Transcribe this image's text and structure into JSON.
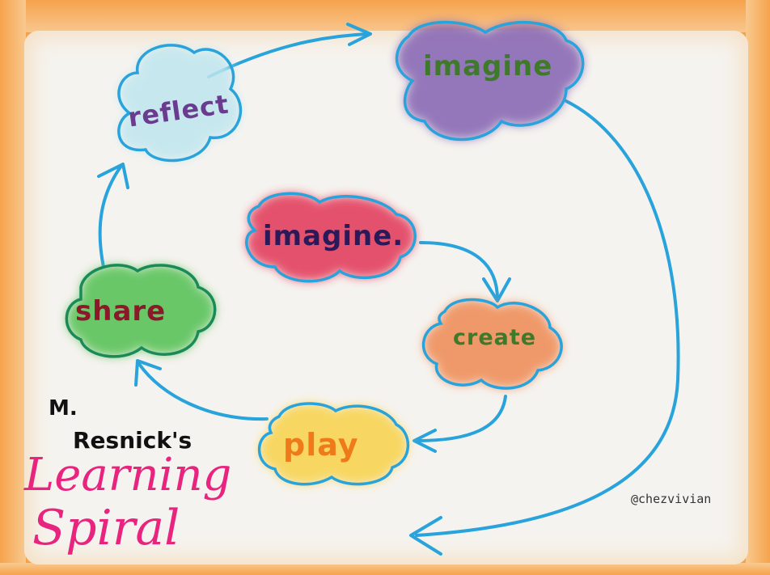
{
  "nodes": {
    "reflect": {
      "label": "reflect",
      "fill": "#bfe6ef",
      "stroke": "#29a3dc",
      "text": "#6a3b8f"
    },
    "imagine_outer": {
      "label": "imagine",
      "fill": "#8a6bb5",
      "stroke": "#29a3dc",
      "text": "#3f7a2a"
    },
    "imagine_inner": {
      "label": "imagine.",
      "fill": "#e3405e",
      "stroke": "#29a3dc",
      "text": "#2a1a5a"
    },
    "create": {
      "label": "create",
      "fill": "#ef8a52",
      "stroke": "#29a3dc",
      "text": "#3f7a2a"
    },
    "play": {
      "label": "play",
      "fill": "#f8d24a",
      "stroke": "#29a3dc",
      "text": "#ef7a1a"
    },
    "share": {
      "label": "share",
      "fill": "#5cc35a",
      "stroke": "#1a8a5a",
      "text": "#8a1a2a"
    }
  },
  "arrow_color": "#29a3dc",
  "title": {
    "author": "M.",
    "possessive": "Resnick's",
    "line1": "Learning",
    "line2": "Spiral",
    "color": "#e8247f"
  },
  "credit": "@chezvivian"
}
